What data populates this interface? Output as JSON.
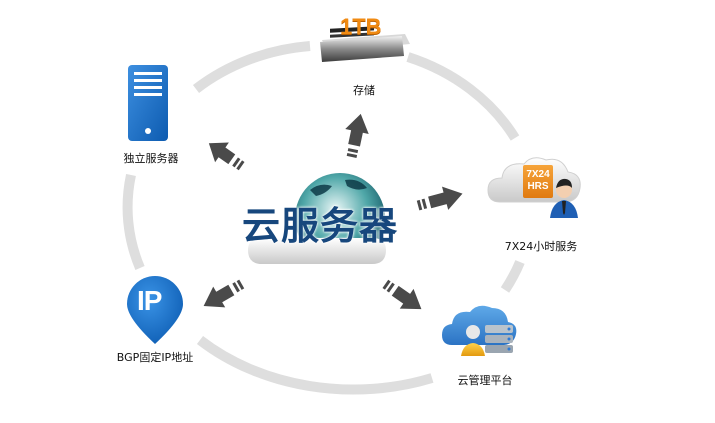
{
  "center": {
    "title": "云服务器",
    "icon": "globe-cloud-icon"
  },
  "nodes": [
    {
      "id": "storage",
      "label": "存储",
      "badge": "1TB",
      "icon": "storage-server-icon"
    },
    {
      "id": "dedicated-server",
      "label": "独立服务器",
      "icon": "tower-server-icon"
    },
    {
      "id": "support-24x7",
      "label": "7X24小时服务",
      "badge_line1": "7X24",
      "badge_line2": "HRS",
      "icon": "support-agent-cloud-icon"
    },
    {
      "id": "bgp-ip",
      "label": "BGP固定IP地址",
      "badge": "IP",
      "icon": "location-pin-icon"
    },
    {
      "id": "cloud-management",
      "label": "云管理平台",
      "icon": "cloud-management-icon"
    }
  ],
  "colors": {
    "ring": "#dedede",
    "arrow": "#4a4a4a",
    "title": "#17477d",
    "accent_orange": "#f08a12",
    "accent_blue": "#1f74c8"
  }
}
